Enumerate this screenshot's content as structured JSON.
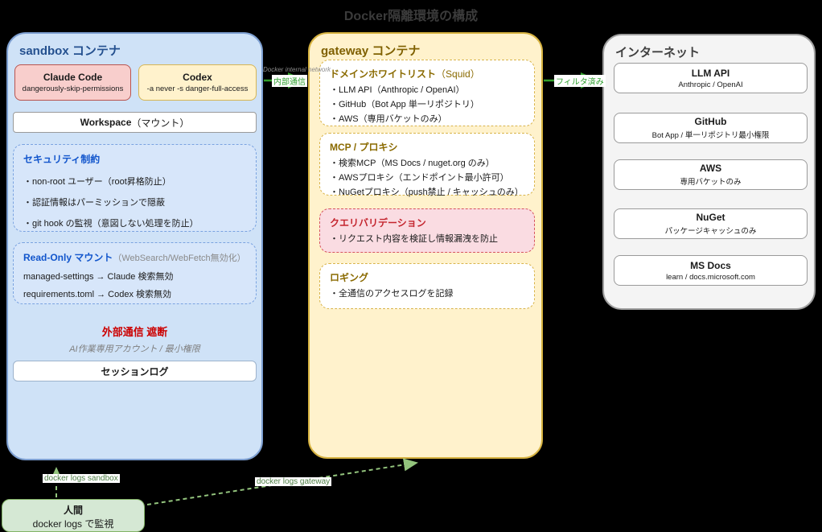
{
  "title": "Docker隔離環境の構成",
  "sandbox": {
    "title": "sandbox コンテナ",
    "claude": {
      "title": "Claude Code",
      "subtitle": "dangerously-skip-permissions"
    },
    "codex": {
      "title": "Codex",
      "subtitle": "-a never -s danger-full-access"
    },
    "workspace": {
      "title": "Workspace",
      "suffix": "（マウント）"
    },
    "security": {
      "title": "セキュリティ制約",
      "items": [
        "・non-root ユーザー（root昇格防止）",
        "・認証情報はパーミッションで隠蔽",
        "・git hook の監視（意図しない処理を防止）"
      ]
    },
    "readonly": {
      "title": "Read-Only マウント",
      "suffix": "（WebSearch/WebFetch無効化）",
      "items": [
        "managed-settings → Claude 検索無効",
        "requirements.toml → Codex 検索無効"
      ]
    },
    "blocked": "外部通信 遮断",
    "account": "AI作業専用アカウント / 最小権限",
    "session_log": "セッションログ"
  },
  "gateway": {
    "title": "gateway コンテナ",
    "whitelist": {
      "title": "ドメインホワイトリスト",
      "suffix": "（Squid）",
      "items": [
        "・LLM API（Anthropic / OpenAI）",
        "・GitHub（Bot App 単一リポジトリ）",
        "・AWS（専用バケットのみ）"
      ]
    },
    "mcp": {
      "title": "MCP / プロキシ",
      "items": [
        "・検索MCP（MS Docs / nuget.org のみ）",
        "・AWSプロキシ（エンドポイント最小許可）",
        "・NuGetプロキシ（push禁止 / キャッシュのみ）"
      ]
    },
    "validation": {
      "title": "クエリバリデーション",
      "items": [
        "・リクエスト内容を検証し情報漏洩を防止"
      ]
    },
    "logging": {
      "title": "ロギング",
      "items": [
        "・全通信のアクセスログを記録"
      ]
    }
  },
  "internet": {
    "title": "インターネット",
    "services": [
      {
        "name": "LLM API",
        "desc": "Anthropic / OpenAI"
      },
      {
        "name": "GitHub",
        "desc": "Bot App / 単一リポジトリ最小権限"
      },
      {
        "name": "AWS",
        "desc": "専用バケットのみ"
      },
      {
        "name": "NuGet",
        "desc": "パッケージキャッシュのみ"
      },
      {
        "name": "MS Docs",
        "desc": "learn / docs.microsoft.com"
      }
    ]
  },
  "human": {
    "title": "人間",
    "subtitle": "docker logs で監視"
  },
  "arrows": {
    "internal_network": "Docker internal network",
    "internal_comm": "内部通信",
    "filtered": "フィルタ済み",
    "logs_sandbox": "docker logs sandbox",
    "logs_gateway": "docker logs gateway"
  },
  "colors": {
    "background": "#000000",
    "sandbox_fill": "#cfe2f7",
    "sandbox_border": "#7d9fd1",
    "gateway_fill": "#fff2cc",
    "gateway_border": "#d6b240",
    "internet_fill": "#f4f4f4",
    "internet_border": "#9e9e9e",
    "claude_fill": "#f8cecc",
    "claude_border": "#b85450",
    "validation_fill": "#fadce2",
    "validation_border": "#d6545e",
    "human_fill": "#d5e8d4",
    "human_border": "#82b366",
    "arrow_green": "#33a02c",
    "arrow_light_green": "#93c47d",
    "alert_red": "#cc0000",
    "section_blue": "#1155cc",
    "gateway_text": "#7f6000"
  }
}
